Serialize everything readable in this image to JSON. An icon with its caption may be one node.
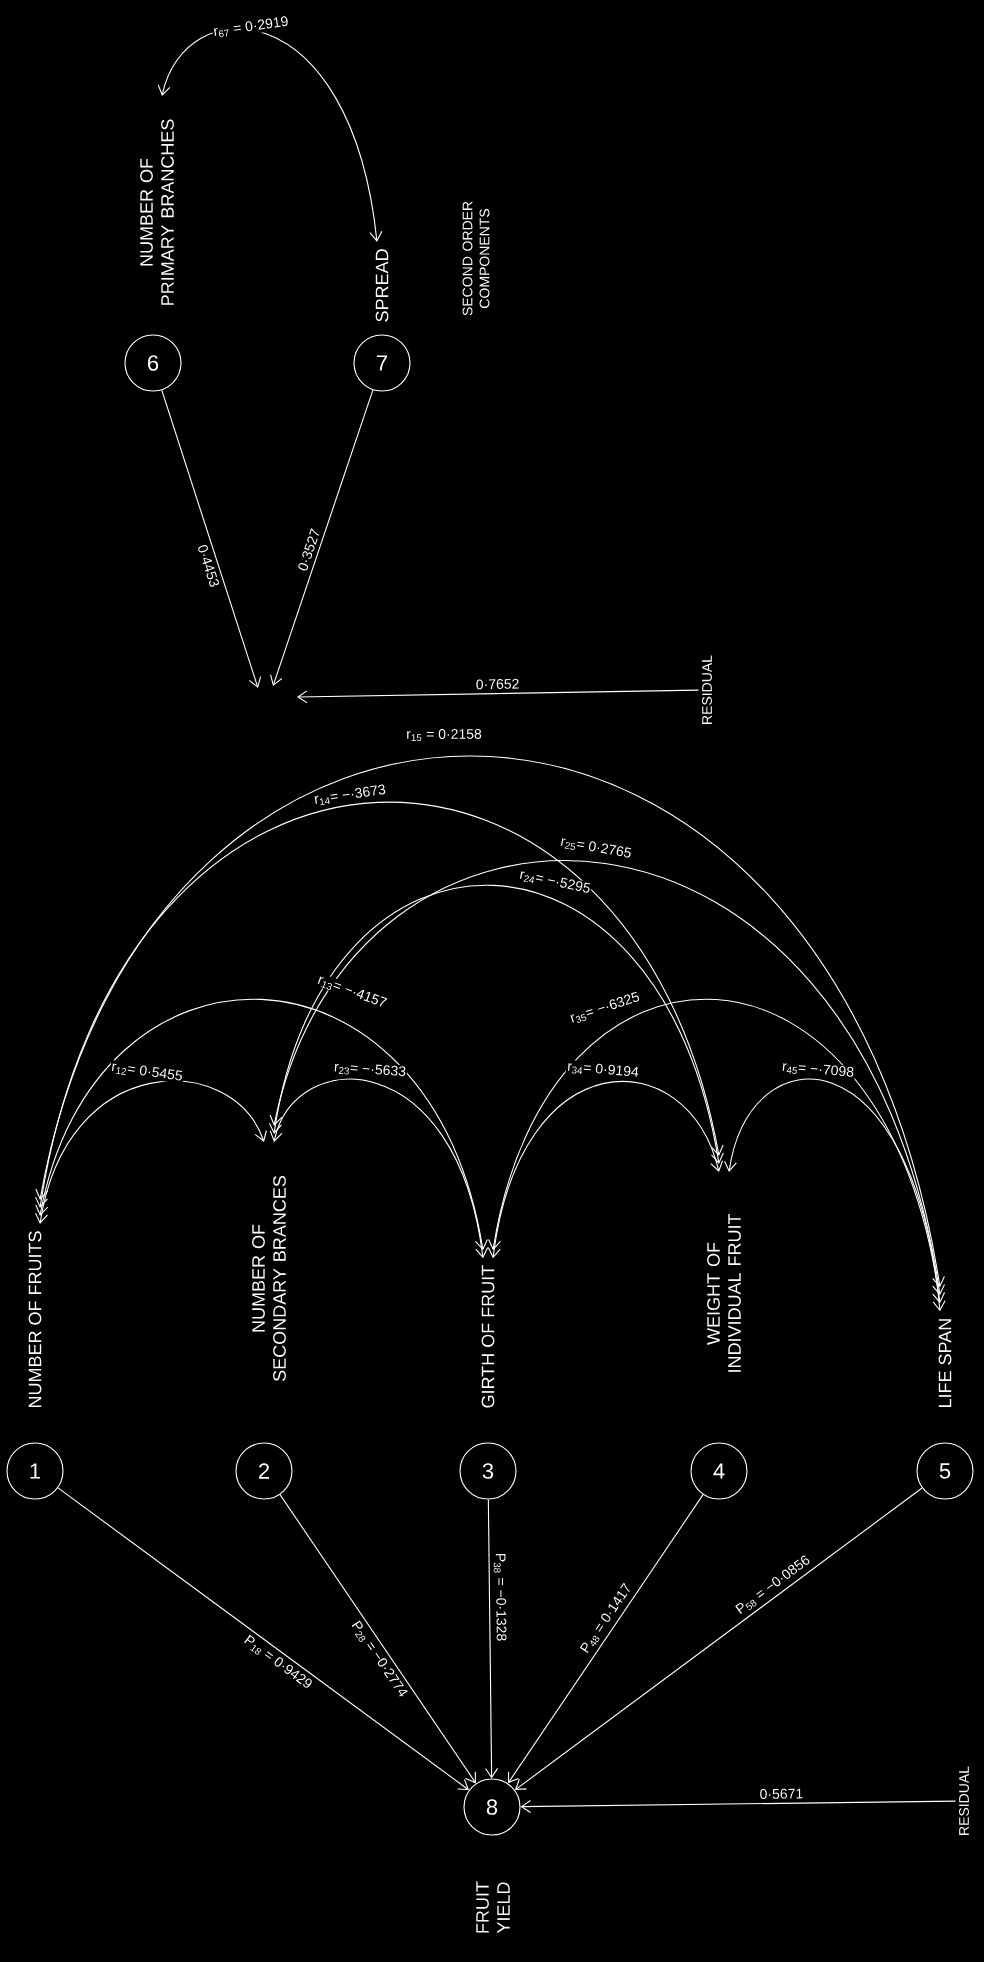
{
  "diagram": {
    "nodes": [
      {
        "text": [
          "1"
        ],
        "beside": [
          "NUMBER OF FRUITS"
        ]
      },
      {
        "text": [
          "2"
        ],
        "beside": [
          "NUMBER OF SECONDARY BRANCES"
        ]
      },
      {
        "text": [
          "3"
        ],
        "beside": [
          "GIRTH OF FRUIT"
        ]
      },
      {
        "text": [
          "4"
        ],
        "beside": [
          "WEIGHT OF INDIVIDUAL FRUIT"
        ]
      },
      {
        "text": [
          "5"
        ],
        "beside": [
          "LIFE SPAN"
        ]
      },
      {
        "text": [
          "8"
        ],
        "beside": [
          "FRUIT YIELD"
        ]
      },
      {
        "text": [
          "RESIDUAL"
        ]
      },
      {
        "text": [
          "6"
        ],
        "beside": [
          "NUMBER OF PRIMARY BRANCHES"
        ]
      },
      {
        "text": [
          "7"
        ],
        "beside": [
          "SPREAD"
        ]
      },
      {
        "text": [
          "RESIDUAL"
        ]
      }
    ],
    "edges": [
      {
        "from": 0,
        "to": 5,
        "arrow": "to",
        "label": "P$_{18}$ = 0·9429"
      },
      {
        "from": 1,
        "to": 5,
        "arrow": "to",
        "label": "P$_{28}$ = −0·2774"
      },
      {
        "from": 2,
        "to": 5,
        "arrow": "to",
        "label": "P$_{38}$ = −0·1328"
      },
      {
        "from": 3,
        "to": 5,
        "arrow": "to",
        "label": "P$_{48}$ = 0·1417"
      },
      {
        "from": 4,
        "to": 5,
        "arrow": "to",
        "label": "P$_{58}$ = −0·0856"
      },
      {
        "from": 6,
        "to": 5,
        "arrow": "to",
        "label": "0·5671"
      },
      {
        "from": 0,
        "to": 1,
        "arrow": "both",
        "label": "r$_{12}$= 0·5455"
      },
      {
        "from": 1,
        "to": 2,
        "arrow": "both",
        "label": "r$_{23}$= −·5633"
      },
      {
        "from": 2,
        "to": 3,
        "arrow": "both",
        "label": "r$_{34}$= 0·9194"
      },
      {
        "from": 3,
        "to": 4,
        "arrow": "both",
        "label": "r$_{45}$= −·7098"
      },
      {
        "from": 0,
        "to": 2,
        "arrow": "both",
        "label": "r$_{13}$= −·4157"
      },
      {
        "from": 2,
        "to": 4,
        "arrow": "both",
        "label": "r$_{35}$= −·6325"
      },
      {
        "from": 1,
        "to": 3,
        "arrow": "both",
        "label": "r$_{24}$= −·5295"
      },
      {
        "from": 1,
        "to": 4,
        "arrow": "both",
        "label": "r$_{25}$= 0·2765"
      },
      {
        "from": 0,
        "to": 3,
        "arrow": "both",
        "label": "r$_{14}$= −·3673"
      },
      {
        "from": 0,
        "to": 4,
        "arrow": "both",
        "label": "r$_{15}$ = 0·2158"
      },
      {
        "from": 7,
        "to": null,
        "arrow": "to",
        "label": "0·4453"
      },
      {
        "from": 8,
        "to": null,
        "arrow": "to",
        "label": "0·3527"
      },
      {
        "from": 9,
        "to": null,
        "arrow": "to",
        "label": "0·7652"
      },
      {
        "from": 7,
        "to": 8,
        "arrow": "both",
        "label": "r$_{67}$ = 0·2919"
      }
    ],
    "labels": [
      "SECOND ORDER COMPONENTS"
    ]
  }
}
